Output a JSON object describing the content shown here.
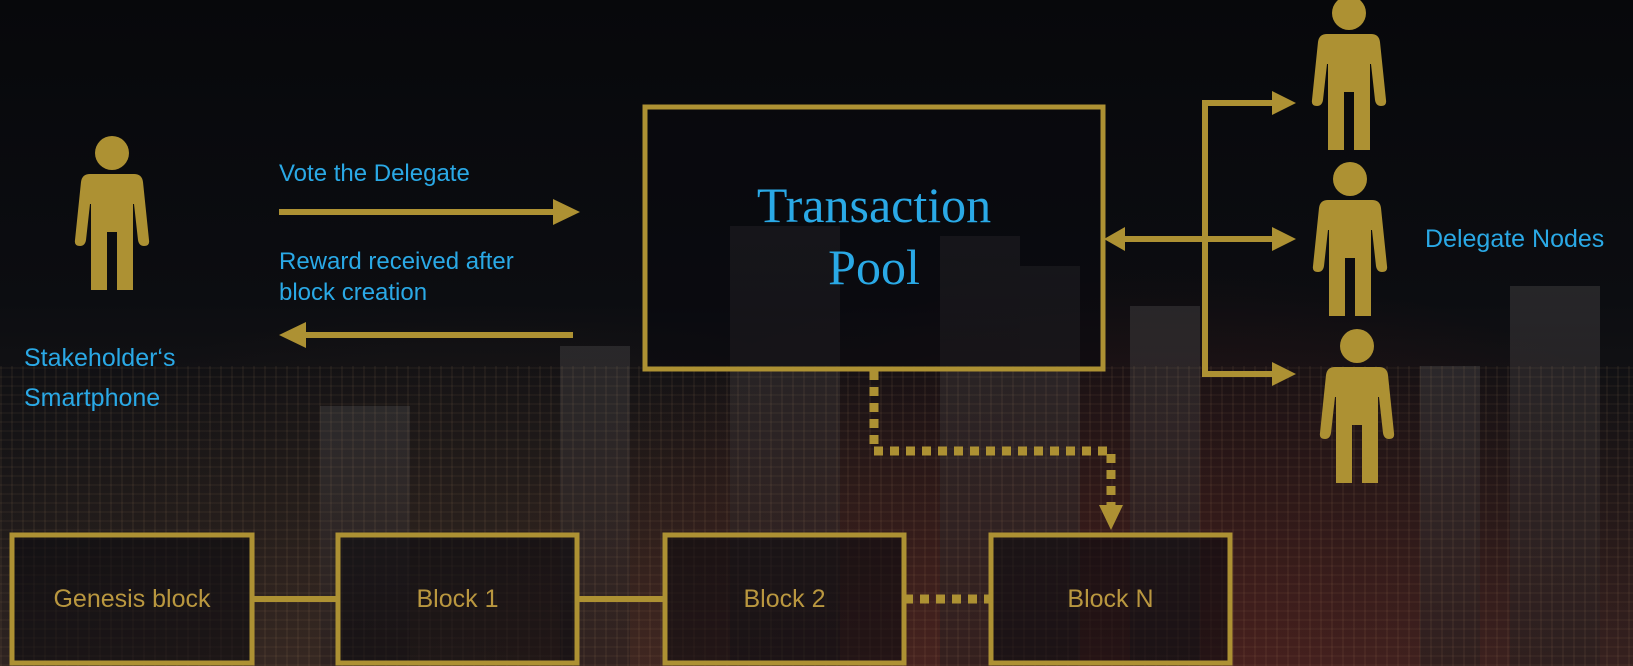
{
  "colors": {
    "gold": "#ad9133",
    "blue": "#2aa9e6",
    "background": "#0b0c10"
  },
  "stakeholder": {
    "label_line1": "Stakeholder‘s",
    "label_line2": "Smartphone",
    "icon": "person-icon"
  },
  "arrows": {
    "vote_label": "Vote the Delegate",
    "reward_label_line1": "Reward received after",
    "reward_label_line2": "block creation"
  },
  "pool": {
    "line1": "Transaction",
    "line2": "Pool"
  },
  "delegates": {
    "label": "Delegate Nodes",
    "count": 3,
    "icon": "person-icon"
  },
  "blocks": [
    "Genesis block",
    "Block 1",
    "Block 2",
    "Block N"
  ]
}
